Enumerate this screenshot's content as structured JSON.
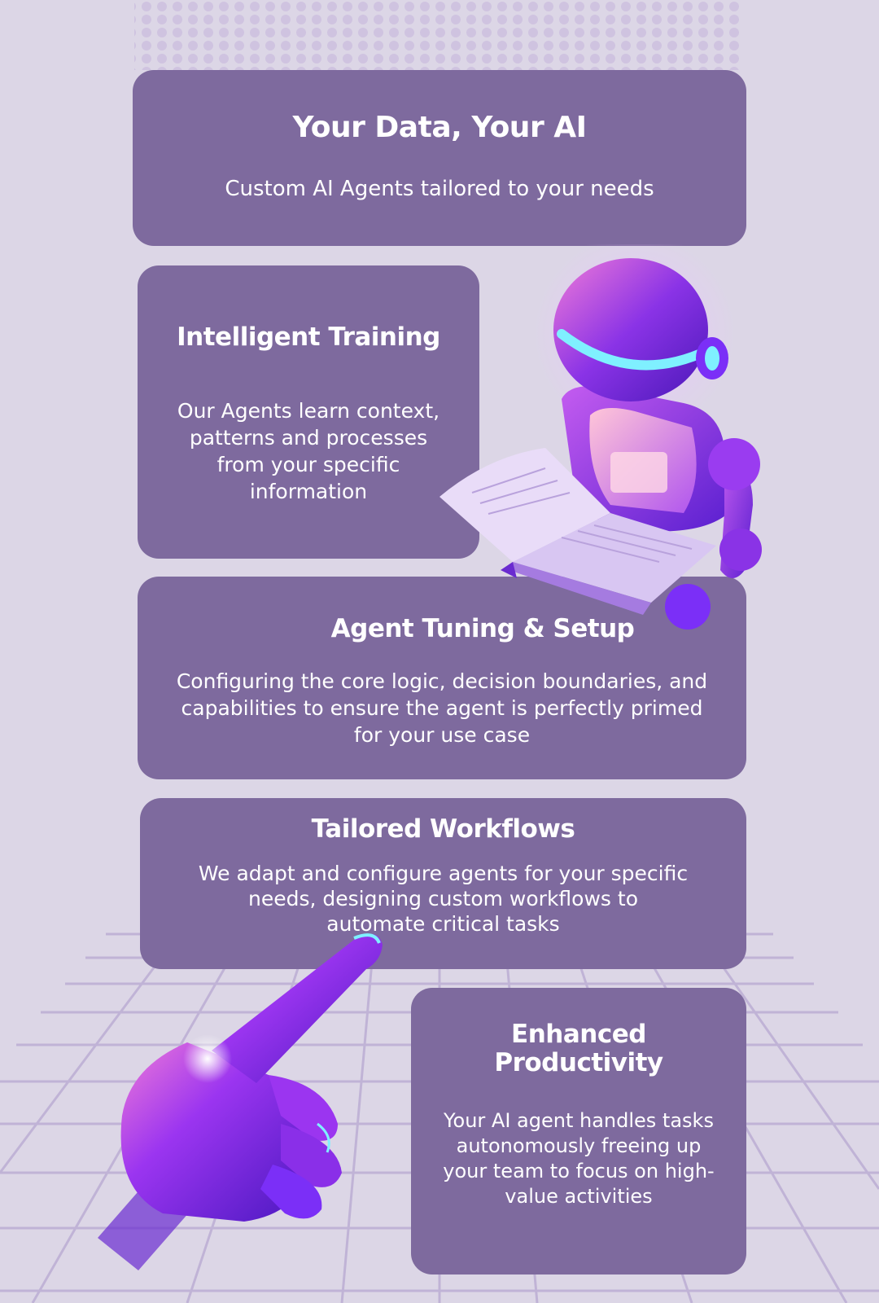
{
  "hero": {
    "title": "Your Data, Your AI",
    "subtitle": "Custom AI Agents tailored to your needs"
  },
  "training": {
    "title": "Intelligent Training",
    "description": "Our Agents learn context, patterns and processes from your specific information"
  },
  "tuning": {
    "title": "Agent Tuning & Setup",
    "description": "Configuring the core logic, decision boundaries, and capabilities to ensure the agent is perfectly primed for your use case"
  },
  "workflows": {
    "title": "Tailored Workflows",
    "description": "We adapt and configure agents for your specific needs, designing custom workflows to automate critical tasks"
  },
  "productivity": {
    "title": "Enhanced Productivity",
    "description": "Your AI agent handles tasks autonomously freeing up your team to focus on high-value activities"
  },
  "colors": {
    "background": "#dcd6e6",
    "card": "#7e6a9e",
    "text": "#ffffff",
    "accent_purple": "#7b2ff7",
    "accent_cyan": "#7ff0ff"
  },
  "illustrations": {
    "top": "robot-reading-book-icon",
    "bottom": "robot-hand-pointing-icon"
  }
}
